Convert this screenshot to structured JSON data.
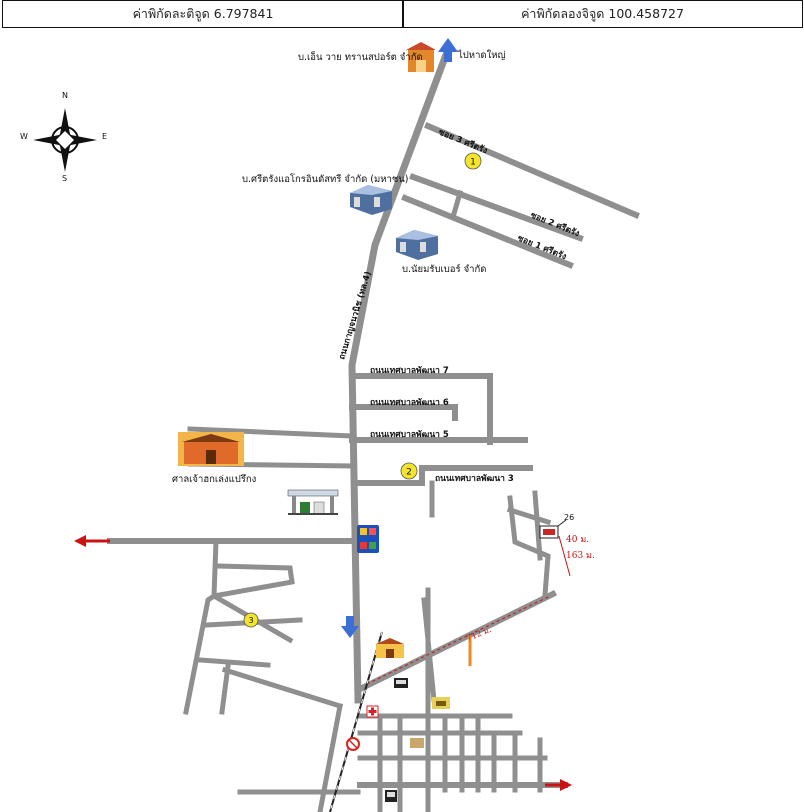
{
  "coordinates": {
    "latitude_label": "ค่าพิกัดละติจูด 6.797841",
    "longitude_label": "ค่าพิกัดลองจิจูด 100.458727"
  },
  "compass": {
    "n": "N",
    "s": "S",
    "e": "E",
    "w": "W"
  },
  "places": {
    "company_top": "บ.เอ็น วาย ทรานสปอร์ต จำกัด",
    "company_mid": "บ.ศรีตรังแอโกรอินดัสทรี จำกัด (มหาชน)",
    "company_low": "บ.นัยมรับเบอร์ จำกัด",
    "shrine": "ศาลเจ้าฮกเล่งแปรึกง"
  },
  "roads": {
    "to_hatyai": "ไปหาดใหญ่",
    "main_road": "ถนนกาญจนวนิช (ทล.4)",
    "soi3": "ซอย 3 ศรีตรัง",
    "soi2": "ซอย 2 ศรีตรัง",
    "soi1": "ซอย 1 ศรีตรัง",
    "pattana7": "ถนนเทศบาลพัฒนา 7",
    "pattana6": "ถนนเทศบาลพัฒนา 6",
    "pattana5": "ถนนเทศบาลพัฒนา 5",
    "pattana3": "ถนนเทศบาลพัฒนา 3"
  },
  "markers": [
    "1",
    "2",
    "3"
  ],
  "annotations": {
    "dist_40": "40 ม.",
    "dist_163": "163 ม.",
    "dist_712": "712 ม.",
    "plot_no": "26"
  },
  "colors": {
    "road": "#8f8f8f",
    "arrow_blue": "#3b6fd6",
    "arrow_red": "#cc1111",
    "marker": "#f5e52a"
  }
}
